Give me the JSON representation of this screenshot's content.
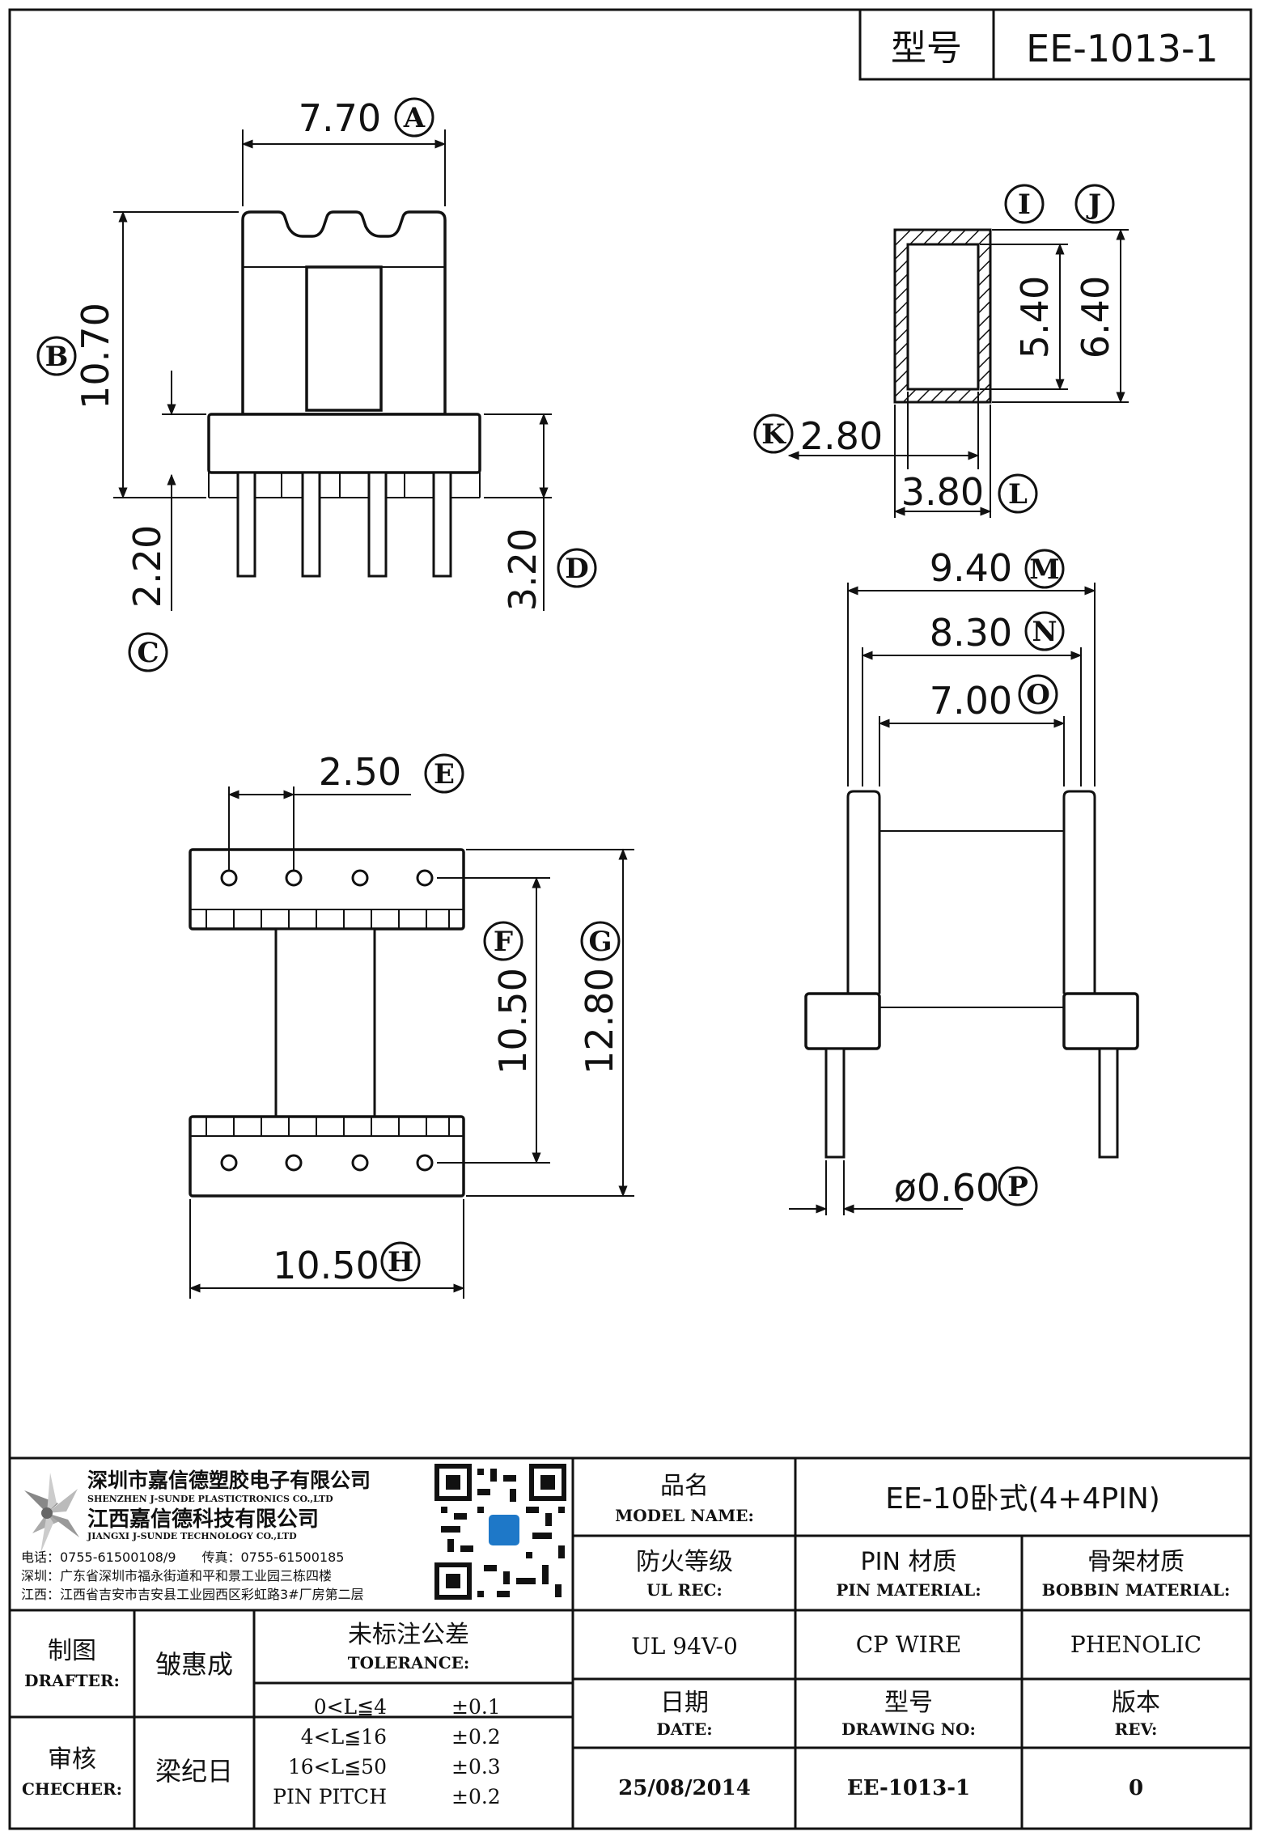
{
  "header": {
    "model_label": "型号",
    "model_value": "EE-1013-1"
  },
  "dimensions": {
    "A": {
      "value": "7.70",
      "letter": "A"
    },
    "B": {
      "value": "10.70",
      "letter": "B"
    },
    "C": {
      "value": "2.20",
      "letter": "C"
    },
    "D": {
      "value": "3.20",
      "letter": "D"
    },
    "E": {
      "value": "2.50",
      "letter": "E"
    },
    "F": {
      "value": "10.50",
      "letter": "F"
    },
    "G": {
      "value": "12.80",
      "letter": "G"
    },
    "H": {
      "value": "10.50",
      "letter": "H"
    },
    "I": {
      "value": "5.40",
      "letter": "I"
    },
    "J": {
      "value": "6.40",
      "letter": "J"
    },
    "K": {
      "value": "2.80",
      "letter": "K"
    },
    "L": {
      "value": "3.80",
      "letter": "L"
    },
    "M": {
      "value": "9.40",
      "letter": "M"
    },
    "N": {
      "value": "8.30",
      "letter": "N"
    },
    "O": {
      "value": "7.00",
      "letter": "O"
    },
    "P": {
      "value": "ø0.60",
      "letter": "P"
    }
  },
  "company": {
    "name_sz": "深圳市嘉信德塑胶电子有限公司",
    "name_sz_en": "SHENZHEN J-SUNDE PLASTICTRONICS CO.,LTD",
    "name_jx": "江西嘉信德科技有限公司",
    "name_jx_en": "JIANGXI J-SUNDE TECHNOLOGY CO.,LTD",
    "phone_line": "电话：0755-61500108/9　　传真：0755-61500185",
    "address_sz": "深圳：广东省深圳市福永街道和平和景工业园三栋四楼",
    "address_jx": "江西：江西省吉安市吉安县工业园西区彩虹路3#厂房第二层"
  },
  "title_block": {
    "model_name_cn": "品名",
    "model_name_en": "MODEL NAME:",
    "model_name_value": "EE-10卧式(4+4PIN)",
    "ul_cn": "防火等级",
    "ul_en": "UL REC:",
    "ul_value": "UL 94V-0",
    "pin_cn": "PIN 材质",
    "pin_en": "PIN MATERIAL:",
    "pin_value": "CP WIRE",
    "bobbin_cn": "骨架材质",
    "bobbin_en": "BOBBIN MATERIAL:",
    "bobbin_value": "PHENOLIC",
    "drafter_cn": "制图",
    "drafter_en": "DRAFTER:",
    "drafter_value": "皱惠成",
    "checker_cn": "审核",
    "checker_en": "CHECHER:",
    "checker_value": "梁纪日",
    "tolerance_cn": "未标注公差",
    "tolerance_en": "TOLERANCE:",
    "tolerance_rows": [
      {
        "range": "0<L≦4",
        "tol": "±0.1"
      },
      {
        "range": "4<L≦16",
        "tol": "±0.2"
      },
      {
        "range": "16<L≦50",
        "tol": "±0.3"
      },
      {
        "range": "PIN PITCH",
        "tol": "±0.2"
      }
    ],
    "date_cn": "日期",
    "date_en": "DATE:",
    "date_value": "25/08/2014",
    "drawing_cn": "型号",
    "drawing_en": "DRAWING NO:",
    "drawing_value": "EE-1013-1",
    "rev_cn": "版本",
    "rev_en": "REV:",
    "rev_value": "0"
  }
}
